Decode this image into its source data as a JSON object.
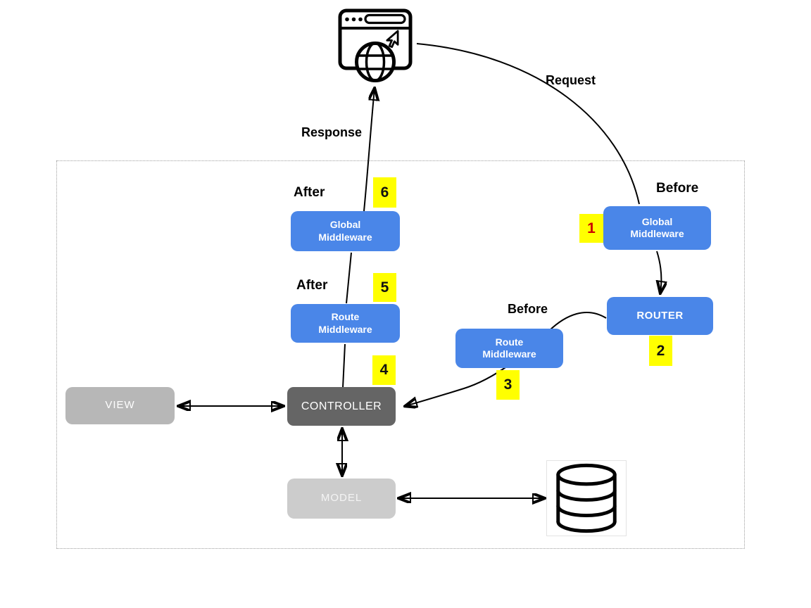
{
  "labels": {
    "request": "Request",
    "response": "Response"
  },
  "nodes": {
    "global_middleware_before": {
      "label": "Global\nMiddleware",
      "badge": "1",
      "phase": "Before"
    },
    "router": {
      "label": "ROUTER",
      "badge": "2"
    },
    "route_middleware_before": {
      "label": "Route\nMiddleware",
      "badge": "3",
      "phase": "Before"
    },
    "controller": {
      "label": "CONTROLLER",
      "badge": "4"
    },
    "route_middleware_after": {
      "label": "Route\nMiddleware",
      "badge": "5",
      "phase": "After"
    },
    "global_middleware_after": {
      "label": "Global\nMiddleware",
      "badge": "6",
      "phase": "After"
    },
    "view": {
      "label": "VIEW"
    },
    "model": {
      "label": "MODEL"
    }
  },
  "icons": {
    "browser": "browser-window-icon",
    "database": "database-icon"
  },
  "colors": {
    "middleware_blue": "#4a86e8",
    "controller_gray": "#656565",
    "view_gray": "#b7b7b7",
    "model_gray": "#cccccc",
    "badge_yellow": "#ffff00",
    "badge_one_red": "#cc0000",
    "line_black": "#000000"
  }
}
